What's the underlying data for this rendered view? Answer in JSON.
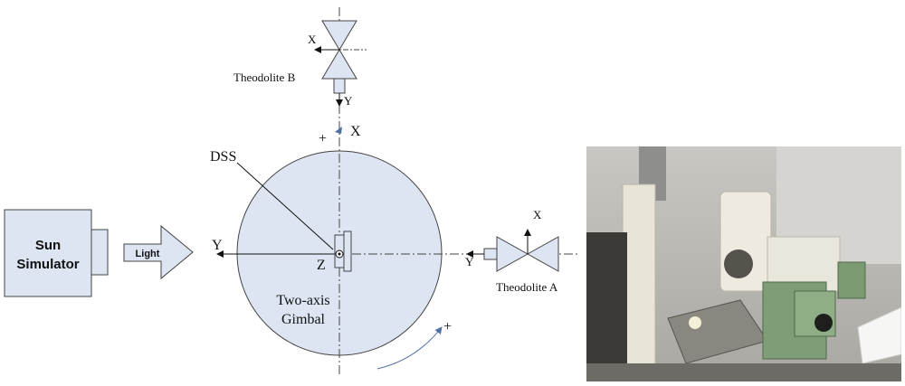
{
  "labels": {
    "sun_simulator_line1": "Sun",
    "sun_simulator_line2": "Simulator",
    "light": "Light",
    "theodolite_b": "Theodolite B",
    "theodolite_a": "Theodolite A",
    "dss": "DSS",
    "gimbal_line1": "Two-axis",
    "gimbal_line2": "Gimbal",
    "axis_x": "X",
    "axis_y": "Y",
    "axis_z": "Z",
    "plus": "+"
  },
  "colors": {
    "fill_light_blue": "#dde5f2",
    "stroke": "#444444",
    "arrow_blue": "#4a6fa5"
  },
  "photo": {
    "description_icon": "lab-photo"
  }
}
